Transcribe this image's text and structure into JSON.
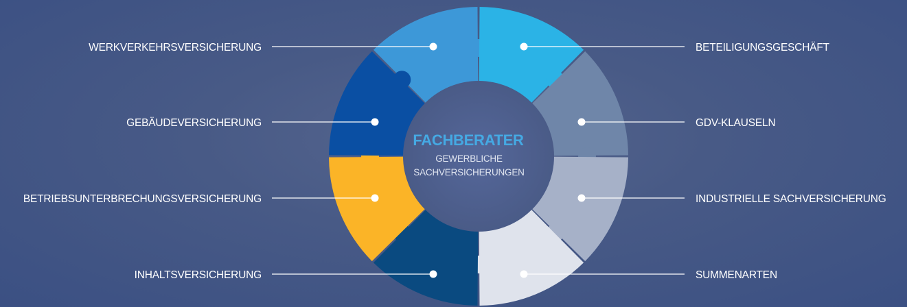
{
  "center": {
    "title": "FACHBERATER",
    "subtitle_line1": "GEWERBLICHE",
    "subtitle_line2": "SACHVERSICHERUNGEN"
  },
  "segments": [
    {
      "label": "WERKVERKEHRSVERSICHERUNG",
      "color": "#3d98d8"
    },
    {
      "label": "BETEILIGUNGSGESCHÄFT",
      "color": "#2bb3e6"
    },
    {
      "label": "GDV-KLAUSELN",
      "color": "#6f86a9"
    },
    {
      "label": "INDUSTRIELLE SACHVERSICHERUNG",
      "color": "#a6b1c8"
    },
    {
      "label": "SUMMENARTEN",
      "color": "#dfe3ec"
    },
    {
      "label": "INHALTSVERSICHERUNG",
      "color": "#0a4a80"
    },
    {
      "label": "BETRIEBSUNTERBRECHUNGSVERSICHERUNG",
      "color": "#fbb427"
    },
    {
      "label": "GEBÄUDEVERSICHERUNG",
      "color": "#0a4fa3"
    }
  ],
  "colors": {
    "background": "#485a86",
    "center_disc": "#4b5c86",
    "leader_line": "#ffffff",
    "title_accent": "#45a9e3"
  }
}
